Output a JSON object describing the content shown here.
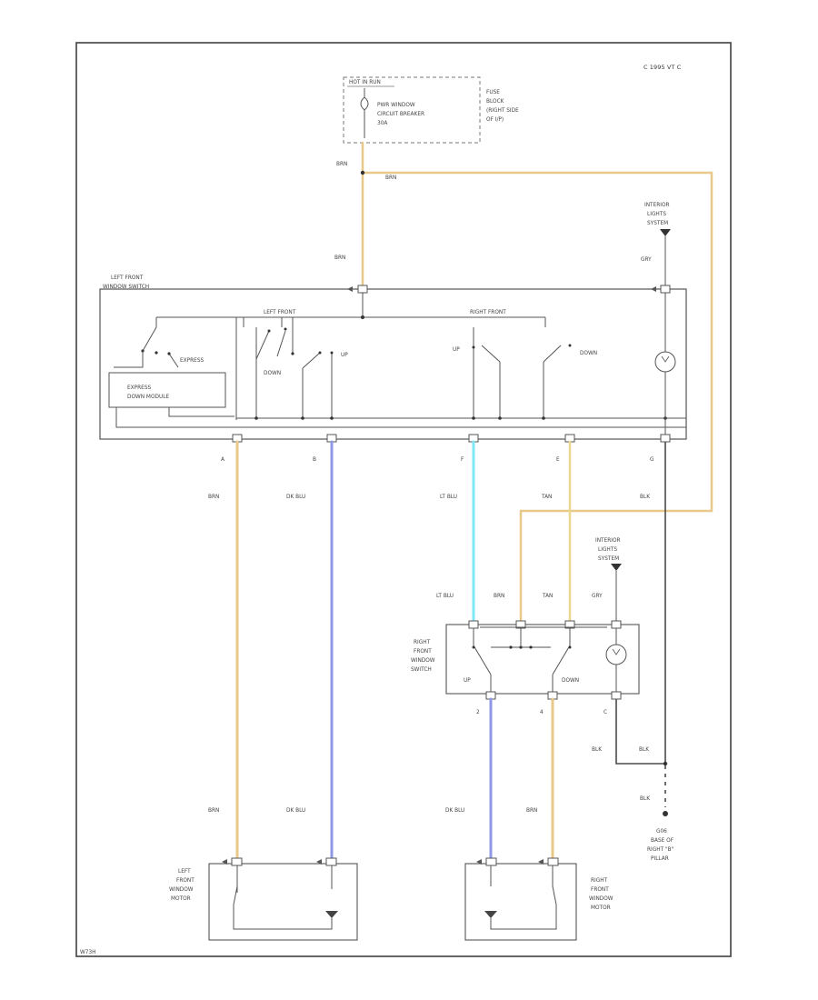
{
  "page": {
    "corner_text": "C 1995 VT C",
    "code": "W73H"
  },
  "colors": {
    "brn": "#e8c98a",
    "dk_blu": "#8f98e6",
    "lt_blu": "#7ce9f5",
    "tan": "#ead890",
    "blk": "#4a4a4a",
    "frame": "#555555"
  },
  "fuse_block": {
    "header": "HOT IN RUN",
    "breaker": [
      "PWR WINDOW",
      "CIRCUIT BREAKER",
      "30A"
    ],
    "location": [
      "FUSE",
      "BLOCK",
      "(RIGHT SIDE",
      "OF I/P)"
    ]
  },
  "interior_lights_system_top": [
    "INTERIOR",
    "LIGHTS",
    "SYSTEM"
  ],
  "interior_lights_system_right": [
    "INTERIOR",
    "LIGHTS",
    "SYSTEM"
  ],
  "left_switch": {
    "title": [
      "LEFT FRONT",
      "WINDOW SWITCH"
    ],
    "left_front_label": "LEFT FRONT",
    "right_front_label": "RIGHT FRONT",
    "express_label": "EXPRESS",
    "module": [
      "EXPRESS",
      "DOWN MODULE"
    ],
    "down_left": "DOWN",
    "up_left": "UP",
    "up_right": "UP",
    "down_right": "DOWN",
    "pins": [
      "A",
      "B",
      "F",
      "E",
      "G"
    ]
  },
  "right_switch": {
    "title": [
      "RIGHT",
      "FRONT",
      "WINDOW",
      "SWITCH"
    ],
    "up": "UP",
    "down": "DOWN",
    "pins_bottom": [
      "2",
      "4",
      "C"
    ]
  },
  "left_motor": [
    "LEFT",
    "FRONT",
    "WINDOW",
    "MOTOR"
  ],
  "right_motor": [
    "RIGHT",
    "FRONT",
    "WINDOW",
    "MOTOR"
  ],
  "ground": [
    "G06",
    "BASE OF",
    "RIGHT \"B\"",
    "PILLAR"
  ],
  "wire_labels": {
    "brn_top": "BRN",
    "brn_branch": "BRN",
    "brn_mid": "BRN",
    "gry_top": "GRY",
    "brn_a": "BRN",
    "dkblu_b": "DK BLU",
    "ltblu_f": "LT BLU",
    "tan_e": "TAN",
    "blk_g": "BLK",
    "ltblu_rs": "LT BLU",
    "brn_rs": "BRN",
    "tan_rs": "TAN",
    "gry_rs": "GRY",
    "blk_c": "BLK",
    "blk_join": "BLK",
    "blk_gnd": "BLK",
    "brn_lm": "BRN",
    "dkblu_lm": "DK BLU",
    "dkblu_rm": "DK BLU",
    "brn_rm": "BRN"
  }
}
